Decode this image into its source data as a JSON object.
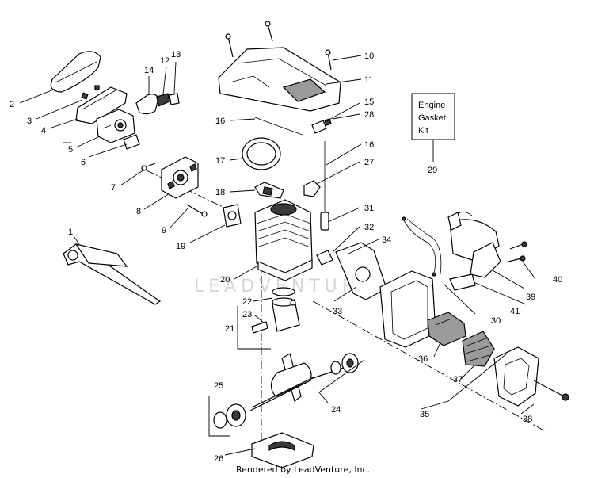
{
  "callouts": [
    "1",
    "2",
    "3",
    "4",
    "5",
    "6",
    "7",
    "8",
    "9",
    "10",
    "11",
    "12",
    "13",
    "14",
    "15",
    "16",
    "16",
    "17",
    "18",
    "19",
    "20",
    "21",
    "22",
    "23",
    "24",
    "25",
    "26",
    "27",
    "28",
    "29",
    "30",
    "31",
    "32",
    "33",
    "34",
    "35",
    "36",
    "37",
    "38",
    "39",
    "40",
    "41"
  ],
  "kit": {
    "line1": "Engine",
    "line2": "Gasket",
    "line3": "Kit"
  },
  "watermark": "LEADVENTURE",
  "credit": "Rendered by LeadVenture, Inc."
}
